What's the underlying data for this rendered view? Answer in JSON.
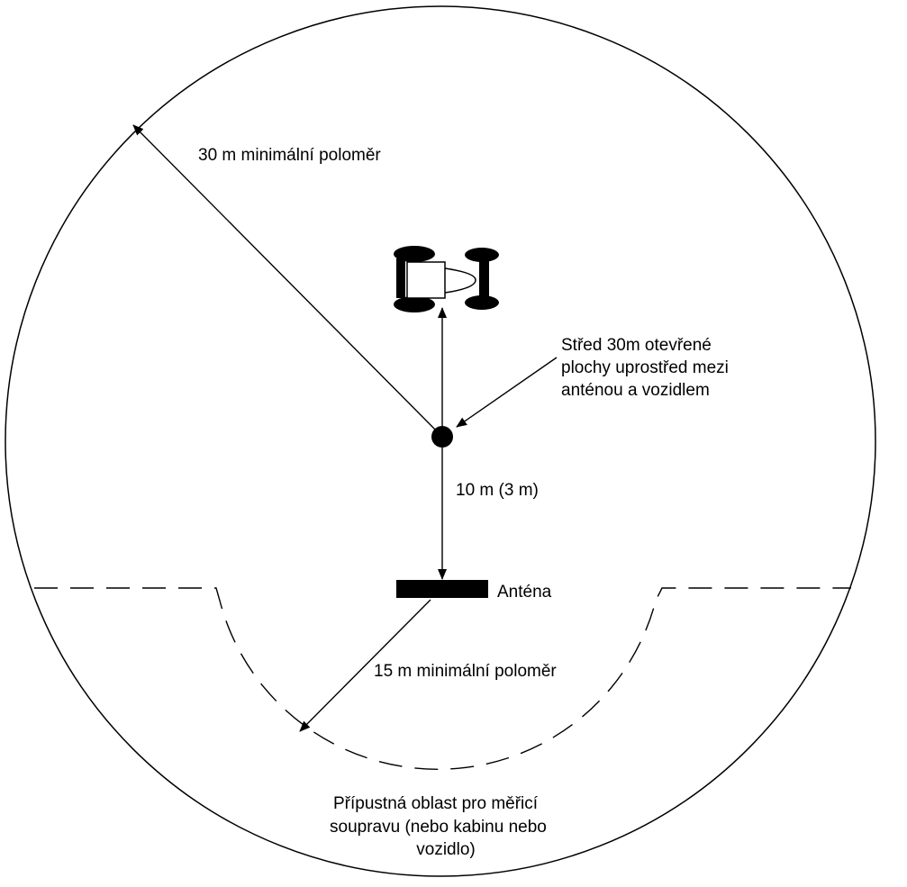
{
  "diagram": {
    "labels": {
      "radius_30": "30 m minimální poloměr",
      "center_line1": "Střed 30m otevřené",
      "center_line2": "plochy uprostřed mezi",
      "center_line3": "anténou a vozidlem",
      "distance": "10 m (3 m)",
      "antenna": "Anténa",
      "radius_15": "15 m minimální poloměr",
      "area_line1": "Přípustná oblast pro měřicí",
      "area_line2": "soupravu (nebo kabinu nebo",
      "area_line3": "vozidlo)"
    },
    "colors": {
      "stroke": "#000000",
      "fill": "#000000",
      "background": "#ffffff"
    }
  }
}
